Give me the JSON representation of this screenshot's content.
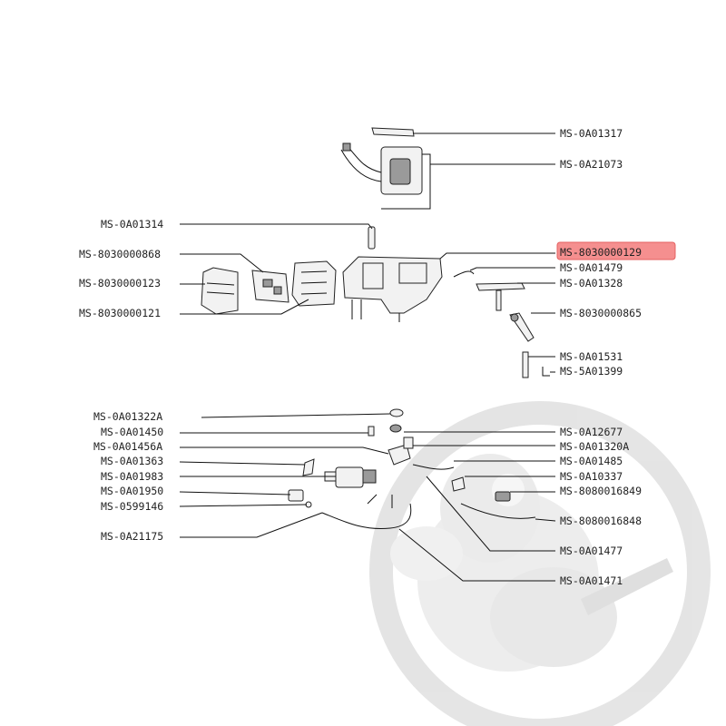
{
  "diagram": {
    "highlight_color": "#f47c7c",
    "right_labels": [
      {
        "id": "r1",
        "text": "MS-0A01317"
      },
      {
        "id": "r2",
        "text": "MS-0A21073"
      },
      {
        "id": "r3",
        "text": "MS-8030000129",
        "highlighted": true
      },
      {
        "id": "r4",
        "text": "MS-0A01479"
      },
      {
        "id": "r5",
        "text": "MS-0A01328"
      },
      {
        "id": "r6",
        "text": "MS-8030000865"
      },
      {
        "id": "r7",
        "text": "MS-0A01531"
      },
      {
        "id": "r8",
        "text": "MS-5A01399"
      },
      {
        "id": "r9",
        "text": "MS-0A12677"
      },
      {
        "id": "r10",
        "text": "MS-0A01320A"
      },
      {
        "id": "r11",
        "text": "MS-0A01485"
      },
      {
        "id": "r12",
        "text": "MS-0A10337"
      },
      {
        "id": "r13",
        "text": "MS-8080016849"
      },
      {
        "id": "r14",
        "text": "MS-8080016848"
      },
      {
        "id": "r15",
        "text": "MS-0A01477"
      },
      {
        "id": "r16",
        "text": "MS-0A01471"
      }
    ],
    "left_labels": [
      {
        "id": "l1",
        "text": "MS-0A01314"
      },
      {
        "id": "l2",
        "text": "MS-8030000868"
      },
      {
        "id": "l3",
        "text": "MS-8030000123"
      },
      {
        "id": "l4",
        "text": "MS-8030000121"
      },
      {
        "id": "l5",
        "text": "MS-0A01322A"
      },
      {
        "id": "l6",
        "text": "MS-0A01450"
      },
      {
        "id": "l7",
        "text": "MS-0A01456A"
      },
      {
        "id": "l8",
        "text": "MS-0A01363"
      },
      {
        "id": "l9",
        "text": "MS-0A01983"
      },
      {
        "id": "l10",
        "text": "MS-0A01950"
      },
      {
        "id": "l11",
        "text": "MS-0599146"
      },
      {
        "id": "l12",
        "text": "MS-0A21175"
      }
    ]
  }
}
